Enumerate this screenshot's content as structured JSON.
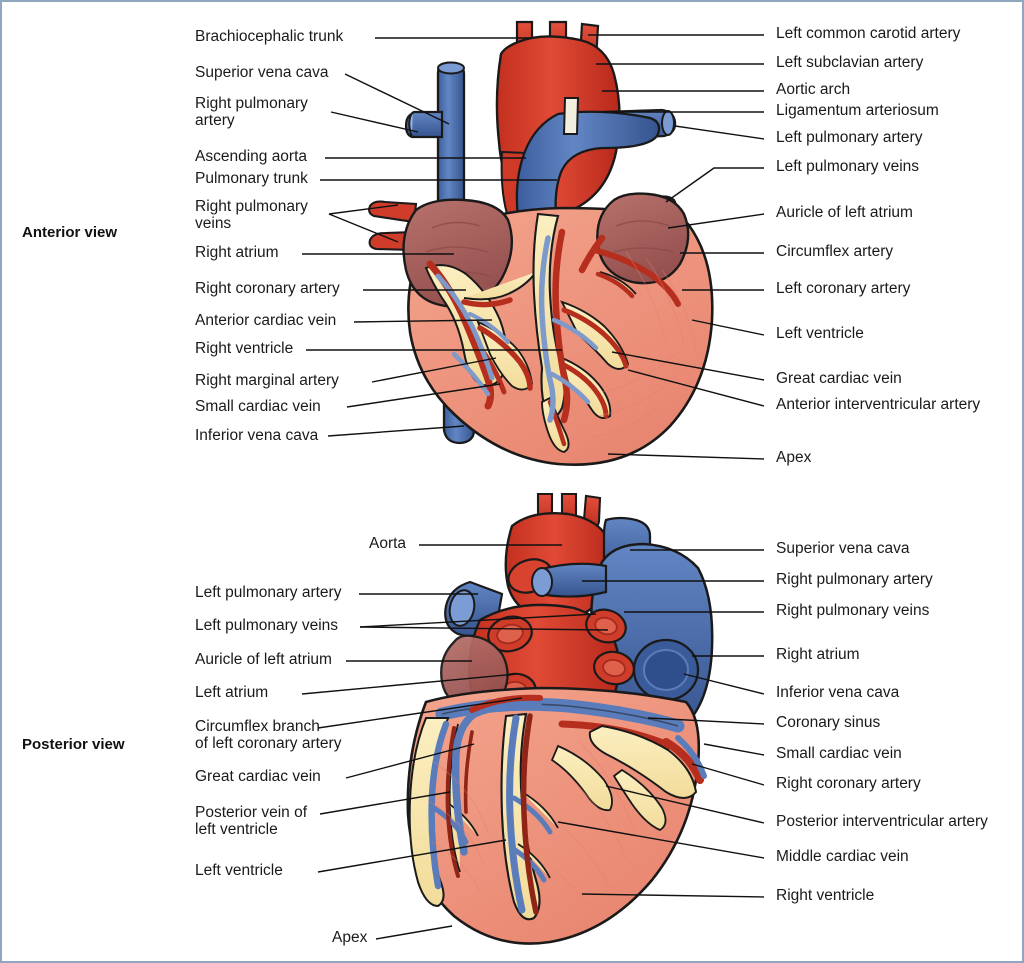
{
  "figure": {
    "border_color": "#8fa8bf",
    "background": "#ffffff"
  },
  "views": [
    {
      "id": "anterior",
      "title": "Anterior view"
    },
    {
      "id": "posterior",
      "title": "Posterior view"
    }
  ],
  "anterior": {
    "title": "Anterior view",
    "labels_left": [
      {
        "text": "Brachiocephalic trunk"
      },
      {
        "text": "Superior vena cava"
      },
      {
        "text": "Right pulmonary\nartery"
      },
      {
        "text": "Ascending aorta"
      },
      {
        "text": "Pulmonary trunk"
      },
      {
        "text": "Right pulmonary\nveins"
      },
      {
        "text": "Right atrium"
      },
      {
        "text": "Right coronary artery"
      },
      {
        "text": "Anterior cardiac vein"
      },
      {
        "text": "Right ventricle"
      },
      {
        "text": "Right marginal artery"
      },
      {
        "text": "Small cardiac vein"
      },
      {
        "text": "Inferior vena cava"
      }
    ],
    "labels_right": [
      {
        "text": "Left common carotid artery"
      },
      {
        "text": "Left subclavian artery"
      },
      {
        "text": "Aortic arch"
      },
      {
        "text": "Ligamentum arteriosum"
      },
      {
        "text": "Left pulmonary artery"
      },
      {
        "text": "Left pulmonary veins"
      },
      {
        "text": "Auricle of left atrium"
      },
      {
        "text": "Circumflex artery"
      },
      {
        "text": "Left coronary artery"
      },
      {
        "text": "Left ventricle"
      },
      {
        "text": "Great cardiac vein"
      },
      {
        "text": "Anterior interventricular artery"
      },
      {
        "text": "Apex"
      }
    ]
  },
  "posterior": {
    "title": "Posterior view",
    "labels_left": [
      {
        "text": "Aorta"
      },
      {
        "text": "Left pulmonary artery"
      },
      {
        "text": "Left pulmonary veins"
      },
      {
        "text": "Auricle of left atrium"
      },
      {
        "text": "Left atrium"
      },
      {
        "text": "Circumflex branch\nof left coronary artery"
      },
      {
        "text": "Great cardiac vein"
      },
      {
        "text": "Posterior vein of\nleft ventricle"
      },
      {
        "text": "Left ventricle"
      },
      {
        "text": "Apex"
      }
    ],
    "labels_right": [
      {
        "text": "Superior vena cava"
      },
      {
        "text": "Right pulmonary artery"
      },
      {
        "text": "Right pulmonary veins"
      },
      {
        "text": "Right atrium"
      },
      {
        "text": "Inferior vena cava"
      },
      {
        "text": "Coronary sinus"
      },
      {
        "text": "Small cardiac vein"
      },
      {
        "text": "Right coronary artery"
      },
      {
        "text": "Posterior interventricular artery"
      },
      {
        "text": "Middle cardiac vein"
      },
      {
        "text": "Right ventricle"
      }
    ]
  },
  "colors": {
    "artery_red": "#d93b2b",
    "artery_red_dark": "#b32a1d",
    "vein_blue": "#4a6fb5",
    "vein_blue_dark": "#2f4f8f",
    "atrium_mauve": "#a9625f",
    "myocardium_pink": "#f0957f",
    "fat_yellow": "#f7e3a8",
    "outline": "#1a1a1a",
    "vessel_blue_small": "#7e9acb",
    "vessel_red_small": "#9e3024"
  }
}
